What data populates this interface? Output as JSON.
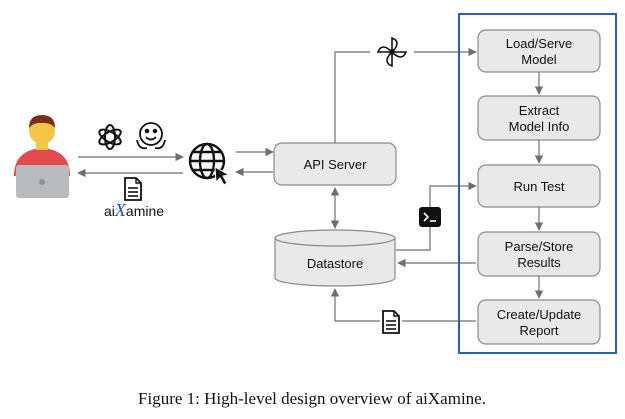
{
  "diagram": {
    "nodes": {
      "api_server": "API Server",
      "datastore": "Datastore",
      "load_serve_model": [
        "Load/Serve",
        "Model"
      ],
      "extract_model_info": [
        "Extract",
        "Model Info"
      ],
      "run_test": "Run Test",
      "parse_store_results": [
        "Parse/Store",
        "Results"
      ],
      "create_update_report": [
        "Create/Update",
        "Report"
      ]
    },
    "icons": {
      "user": "user-laptop-icon",
      "llm_provider": "openai-logo-icon",
      "model_hub": "hugging-face-icon",
      "web": "globe-cursor-icon",
      "report_doc": "document-icon",
      "orchestrator": "pinwheel-icon",
      "terminal": "terminal-icon"
    },
    "brand": {
      "prefix": "ai",
      "x": "X",
      "suffix": "amine",
      "x_color": "#1f4fb0"
    },
    "pipeline_border_color": "#2a5fb3"
  },
  "caption": "Figure 1: High-level design overview of aiXamine."
}
